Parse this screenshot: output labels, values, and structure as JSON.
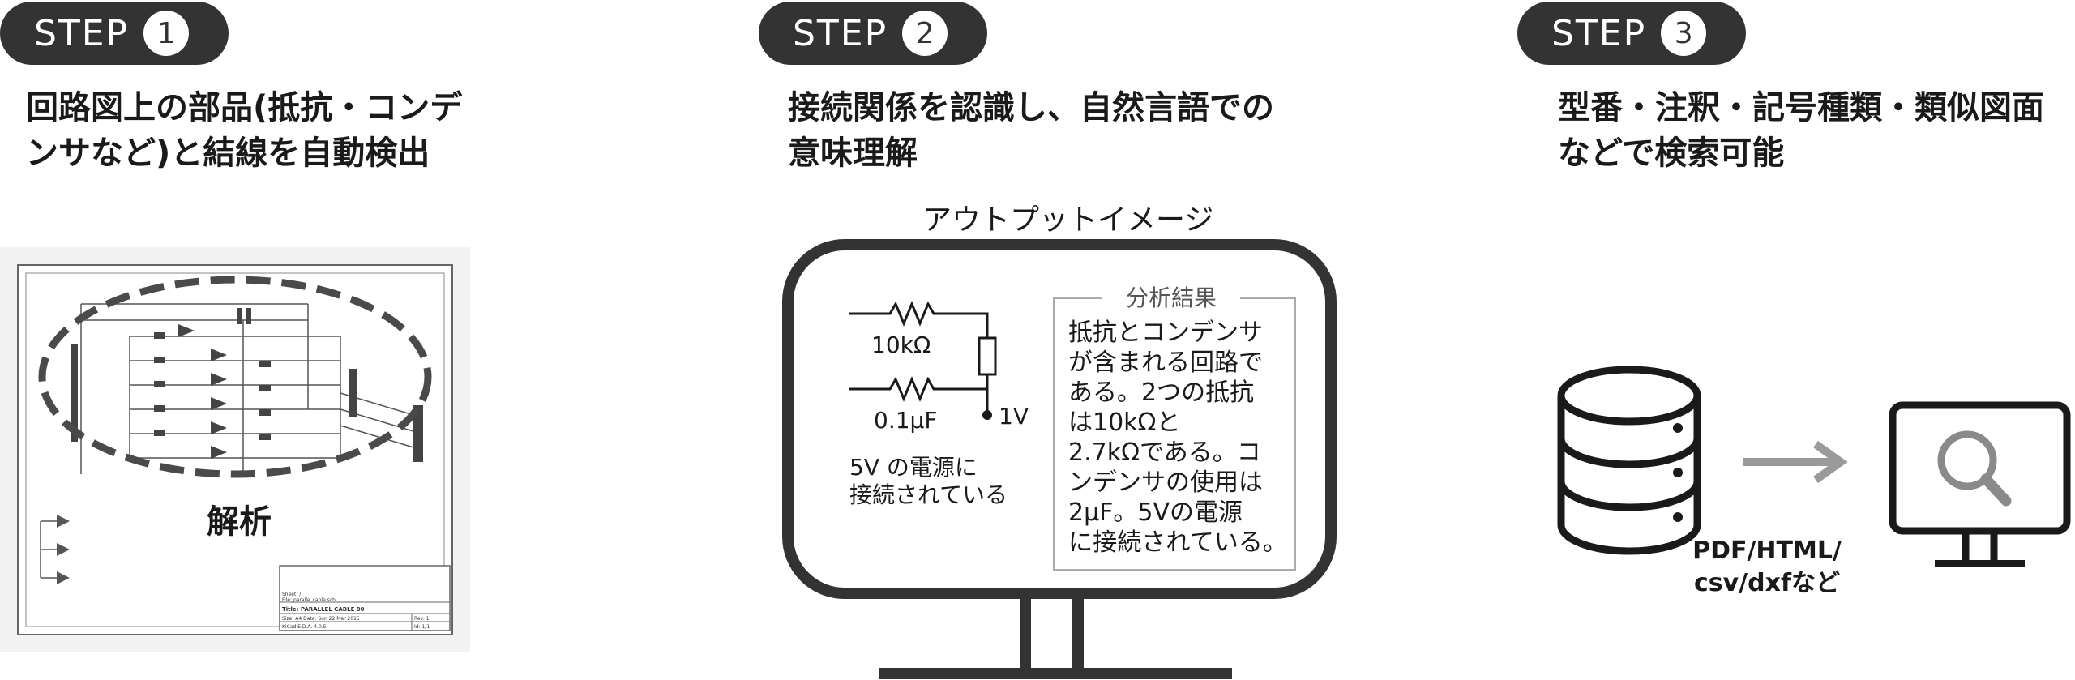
{
  "steps": [
    {
      "label": "STEP",
      "number": "1",
      "desc_lines": [
        "回路図上の部品(抵抗・コンデ",
        "ンサなど)と結線を自動検出"
      ]
    },
    {
      "label": "STEP",
      "number": "2",
      "desc_lines": [
        "接続関係を認識し、自然言語での",
        "意味理解"
      ]
    },
    {
      "label": "STEP",
      "number": "3",
      "desc_lines": [
        "型番・注釈・記号種類・類似図面",
        "などで検索可能"
      ]
    }
  ],
  "schematic": {
    "analysis_label": "解析",
    "title_block": [
      "Sheet: /",
      "File: paralle_cable.sch",
      "Title: PARALLEL CABLE 00",
      "Size: A4    Date: Sun 22 Mar 2015",
      "KiCad E.D.A. 4.0.5",
      "Rev: 1",
      "Id: 1/1"
    ]
  },
  "output": {
    "title": "アウトプットイメージ",
    "circuit": {
      "resistor_top_label": "10kΩ",
      "resistor_bottom_label": "0.1μF",
      "node_label": "1V",
      "note_lines": [
        "5V の電源に",
        "接続されている"
      ]
    },
    "result": {
      "heading": "分析結果",
      "lines": [
        "抵抗とコンデンサ",
        "が含まれる回路で",
        "ある。2つの抵抗",
        "は10kΩと",
        "2.7kΩである。コ",
        "ンデンサの使用は",
        "2μF。5Vの電源",
        "に接続されている。"
      ]
    }
  },
  "search": {
    "formats_lines": [
      "PDF/HTML/",
      "csv/dxfなど"
    ]
  },
  "colors": {
    "pill": "#333333",
    "text": "#1a1a1a",
    "arrow": "#9a9a9a",
    "dashed_ellipse": "#4a4a4a"
  }
}
